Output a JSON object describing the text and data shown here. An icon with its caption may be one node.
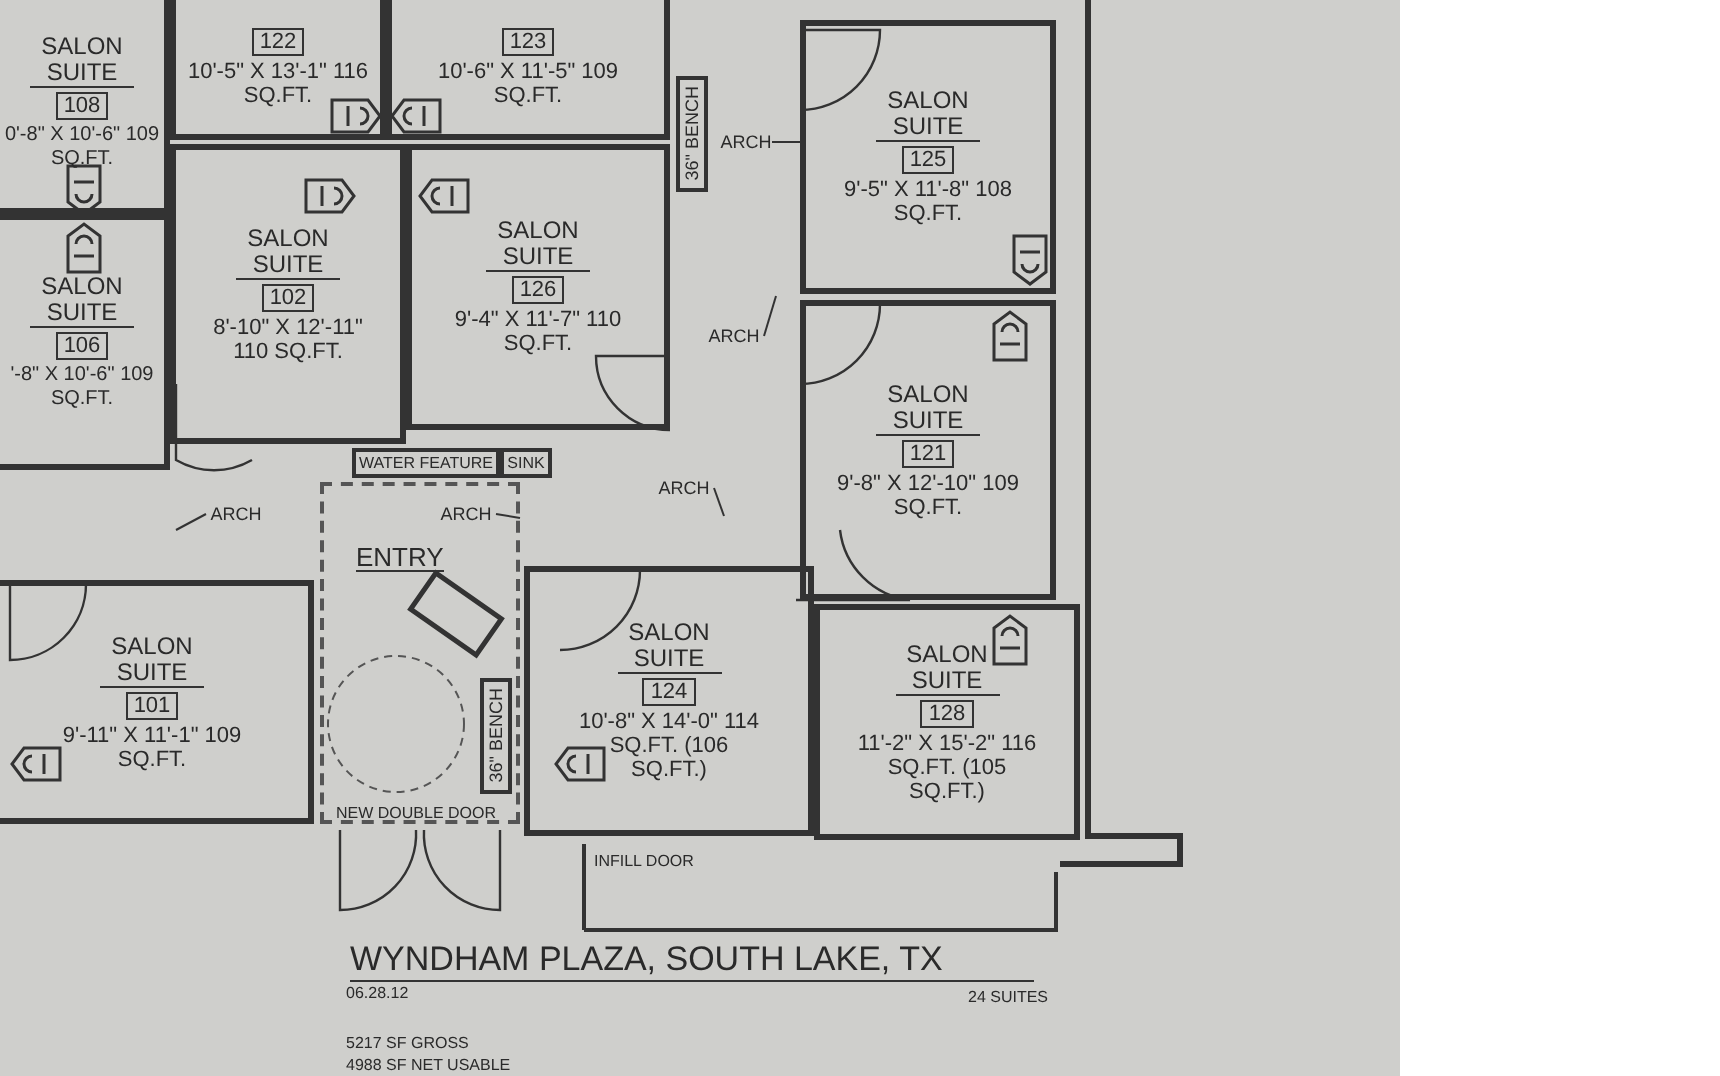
{
  "diagram": {
    "title": "WYNDHAM PLAZA, SOUTH LAKE, TX",
    "nodes": [
      {
        "text": [
          "122",
          "10'-5\" X 13'-1\" 116 SQ.FT."
        ]
      },
      {
        "text": [
          "123",
          "10'-6\" X 11'-5\" 109 SQ.FT."
        ]
      },
      {
        "text": [
          "SALON SUITE",
          "108",
          "0'-8\" X 10'-6\" 109 SQ.FT."
        ]
      },
      {
        "text": [
          "SALON SUITE",
          "125",
          "9'-5\" X 11'-8\" 108 SQ.FT."
        ]
      },
      {
        "text": [
          "SALON SUITE",
          "102",
          "8'-10\" X 12'-11\" 110 SQ.FT."
        ]
      },
      {
        "text": [
          "SALON SUITE",
          "126",
          "9'-4\" X 11'-7\" 110 SQ.FT."
        ]
      },
      {
        "text": [
          "SALON SUITE",
          "106",
          "'-8\" X 10'-6\" 109 SQ.FT."
        ]
      },
      {
        "text": [
          "SALON SUITE",
          "121",
          "9'-8\" X 12'-10\" 109 SQ.FT."
        ]
      },
      {
        "text": [
          "WATER FEATURE"
        ]
      },
      {
        "text": [
          "SINK"
        ]
      },
      {
        "text": [
          "36\" BENCH"
        ]
      },
      {
        "text": [
          "ARCH"
        ]
      },
      {
        "text": [
          "ARCH"
        ]
      },
      {
        "text": [
          "ARCH"
        ]
      },
      {
        "text": [
          "ARCH"
        ],
        "in": 17
      },
      {
        "text": [
          "ARCH"
        ]
      },
      {
        "text": [
          "SALON SUITE",
          "101",
          "9'-11\" X 11'-1\" 109 SQ.FT."
        ]
      },
      {
        "text": [
          "ENTRY"
        ]
      },
      {
        "text": [
          "36\" BENCH"
        ],
        "in": 17
      },
      {
        "text": [
          "SALON SUITE",
          "124",
          "10'-8\" X 14'-0\" 114 SQ.FT. (106 SQ.FT.)"
        ]
      },
      {
        "text": [
          "SALON SUITE",
          "128",
          "11'-2\" X 15'-2\" 116 SQ.FT. (105 SQ.FT.)"
        ]
      }
    ],
    "edges": [
      {
        "from": 11,
        "to": 3,
        "arrow": "none"
      },
      {
        "from": 12,
        "to": null,
        "arrow": "none"
      },
      {
        "from": 13,
        "to": null,
        "arrow": "none"
      },
      {
        "from": 14,
        "to": 17,
        "arrow": "none"
      },
      {
        "from": 15,
        "to": null,
        "arrow": "none"
      }
    ],
    "labels": [
      "NEW DOUBLE DOOR",
      "INFILL DOOR",
      "06.28.12",
      "24 SUITES",
      "5217 SF GROSS",
      "4988 SF NET USABLE"
    ]
  }
}
